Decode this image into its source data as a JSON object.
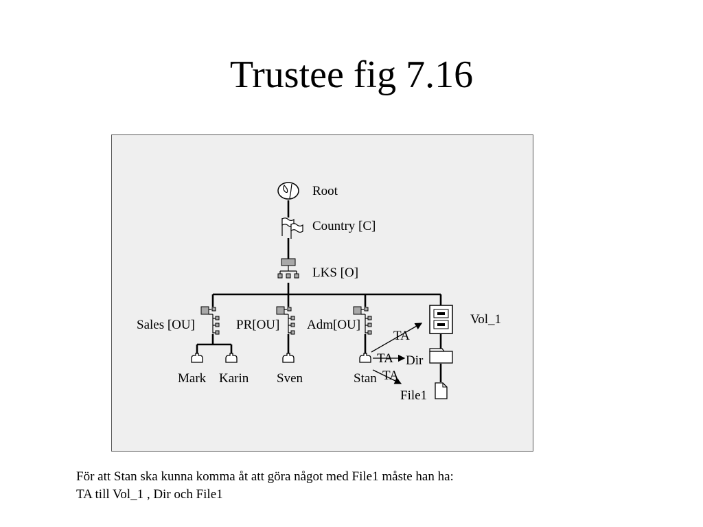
{
  "slide": {
    "title": "Trustee fig 7.16"
  },
  "diagram": {
    "root_label": "Root",
    "country_label": "Country [C]",
    "org_label": "LKS [O]",
    "ou_labels": [
      "Sales [OU]",
      "PR[OU]",
      "Adm[OU]"
    ],
    "volume_label": "Vol_1",
    "dir_label": "Dir",
    "file_label": "File1",
    "users": [
      "Mark",
      "Karin",
      "Sven",
      "Stan"
    ],
    "ta_labels": [
      "TA",
      "TA",
      "TA"
    ]
  },
  "caption": {
    "line1": "För att Stan ska kunna komma åt att göra något med File1 måste han ha:",
    "line2": "TA till Vol_1 , Dir och File1"
  },
  "colors": {
    "figure_bg": "#efefef",
    "figure_border": "#555555",
    "node_fill": "#a8a8a8"
  }
}
